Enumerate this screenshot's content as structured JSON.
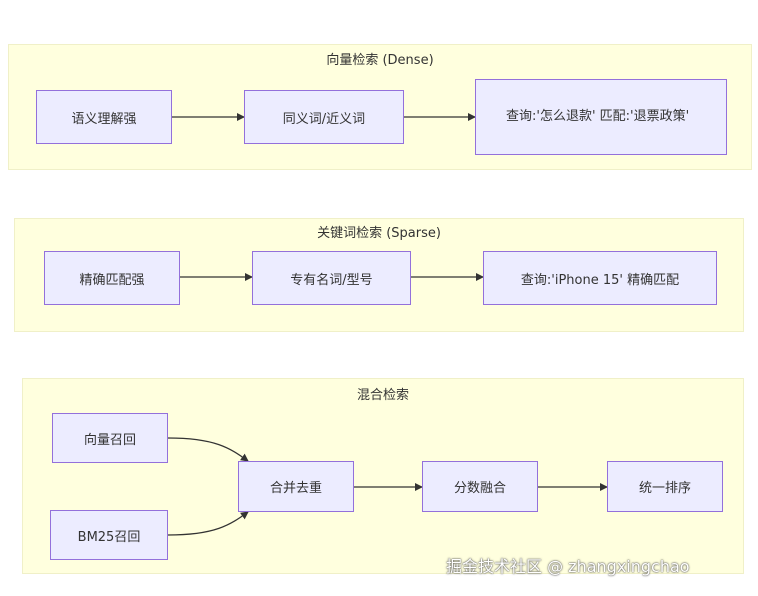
{
  "groups": {
    "dense": {
      "title": "向量检索 (Dense)",
      "nodes": [
        "语义理解强",
        "同义词/近义词",
        "查询:'怎么退款' 匹配:'退票政策'"
      ]
    },
    "sparse": {
      "title": "关键词检索 (Sparse)",
      "nodes": [
        "精确匹配强",
        "专有名词/型号",
        "查询:'iPhone 15' 精确匹配"
      ]
    },
    "hybrid": {
      "title": "混合检索",
      "nodes": [
        "向量召回",
        "BM25召回",
        "合并去重",
        "分数融合",
        "统一排序"
      ]
    }
  },
  "colors": {
    "group_bg": "#ffffde",
    "node_bg": "#ececff",
    "node_border": "#9370db",
    "edge": "#333333"
  },
  "watermark": "掘金技术社区 @ zhangxingchao"
}
